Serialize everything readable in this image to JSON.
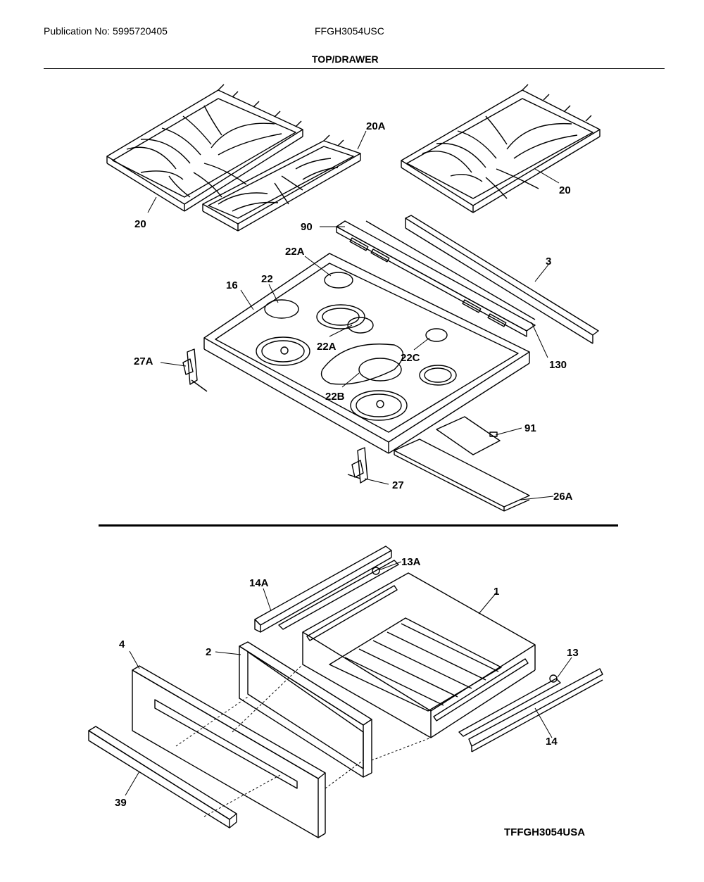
{
  "header": {
    "publication": "Publication No: 5995720405",
    "model": "FFGH3054USC",
    "section_title": "TOP/DRAWER"
  },
  "callouts": {
    "c20_left": "20",
    "c20A": "20A",
    "c20_right": "20",
    "c90": "90",
    "c3": "3",
    "c22A_top": "22A",
    "c22": "22",
    "c16": "16",
    "c22A_mid": "22A",
    "c22C": "22C",
    "c130": "130",
    "c27A": "27A",
    "c22B": "22B",
    "c91": "91",
    "c27": "27",
    "c26A": "26A",
    "c13A": "13A",
    "c14A": "14A",
    "c1": "1",
    "c4": "4",
    "c2": "2",
    "c13": "13",
    "c14": "14",
    "c39": "39"
  },
  "footer": {
    "diagram_id": "TFFGH3054USA"
  }
}
